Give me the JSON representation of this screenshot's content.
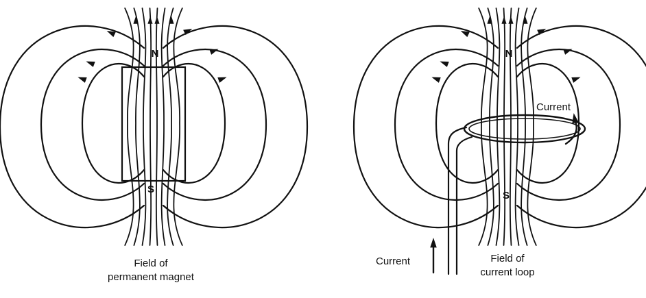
{
  "figures": [
    {
      "north_label": "N",
      "south_label": "S",
      "caption_line1": "Field of",
      "caption_line2": "permanent magnet"
    },
    {
      "north_label": "N",
      "south_label": "S",
      "caption_line1": "Field of",
      "caption_line2": "current loop",
      "current_label_loop": "Current",
      "current_label_wire": "Current"
    }
  ],
  "line_color": "#111111",
  "background": "#ffffff"
}
